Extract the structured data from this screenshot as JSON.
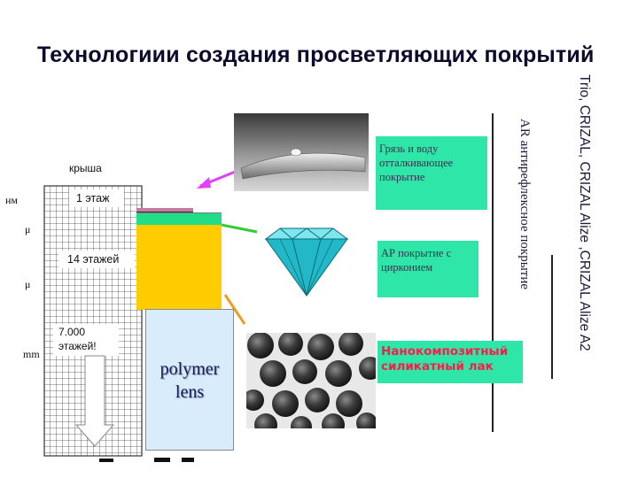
{
  "title": "Технологиии создания просветляющих покрытий",
  "vertical_right": "Trio, CRIZAL, CRIZAL Alize ,CRIZAL Alize A2",
  "vertical_ar": "AR антирефлексное покрытие",
  "scale": {
    "roof": "крыша",
    "floor1": "1 этаж",
    "floor14": "14 этажей",
    "floor7000_line1": "7.000",
    "floor7000_line2": "этажей!"
  },
  "units": {
    "nm": "нм",
    "mu1": "μ",
    "mu2": "μ",
    "mm": "mm"
  },
  "labels": {
    "dirt": "Грязь и воду отталкивающее покрытие",
    "zirconium": "АР покрытие с цирконием",
    "lacquer": "Нанокомпозитный силикатный лак"
  },
  "polymer": {
    "line1": "polymer",
    "line2": "lens"
  },
  "colors": {
    "label_bg": "#2ee6a8",
    "lacquer_text": "#ff1a4a",
    "yellow_layer": "#ffcc00",
    "polymer_bg": "#d8ecfb",
    "arrow_magenta": "#e040ff",
    "arrow_green": "#33cc33",
    "arrow_orange": "#e8a020",
    "diamond": "#22b8c8"
  }
}
